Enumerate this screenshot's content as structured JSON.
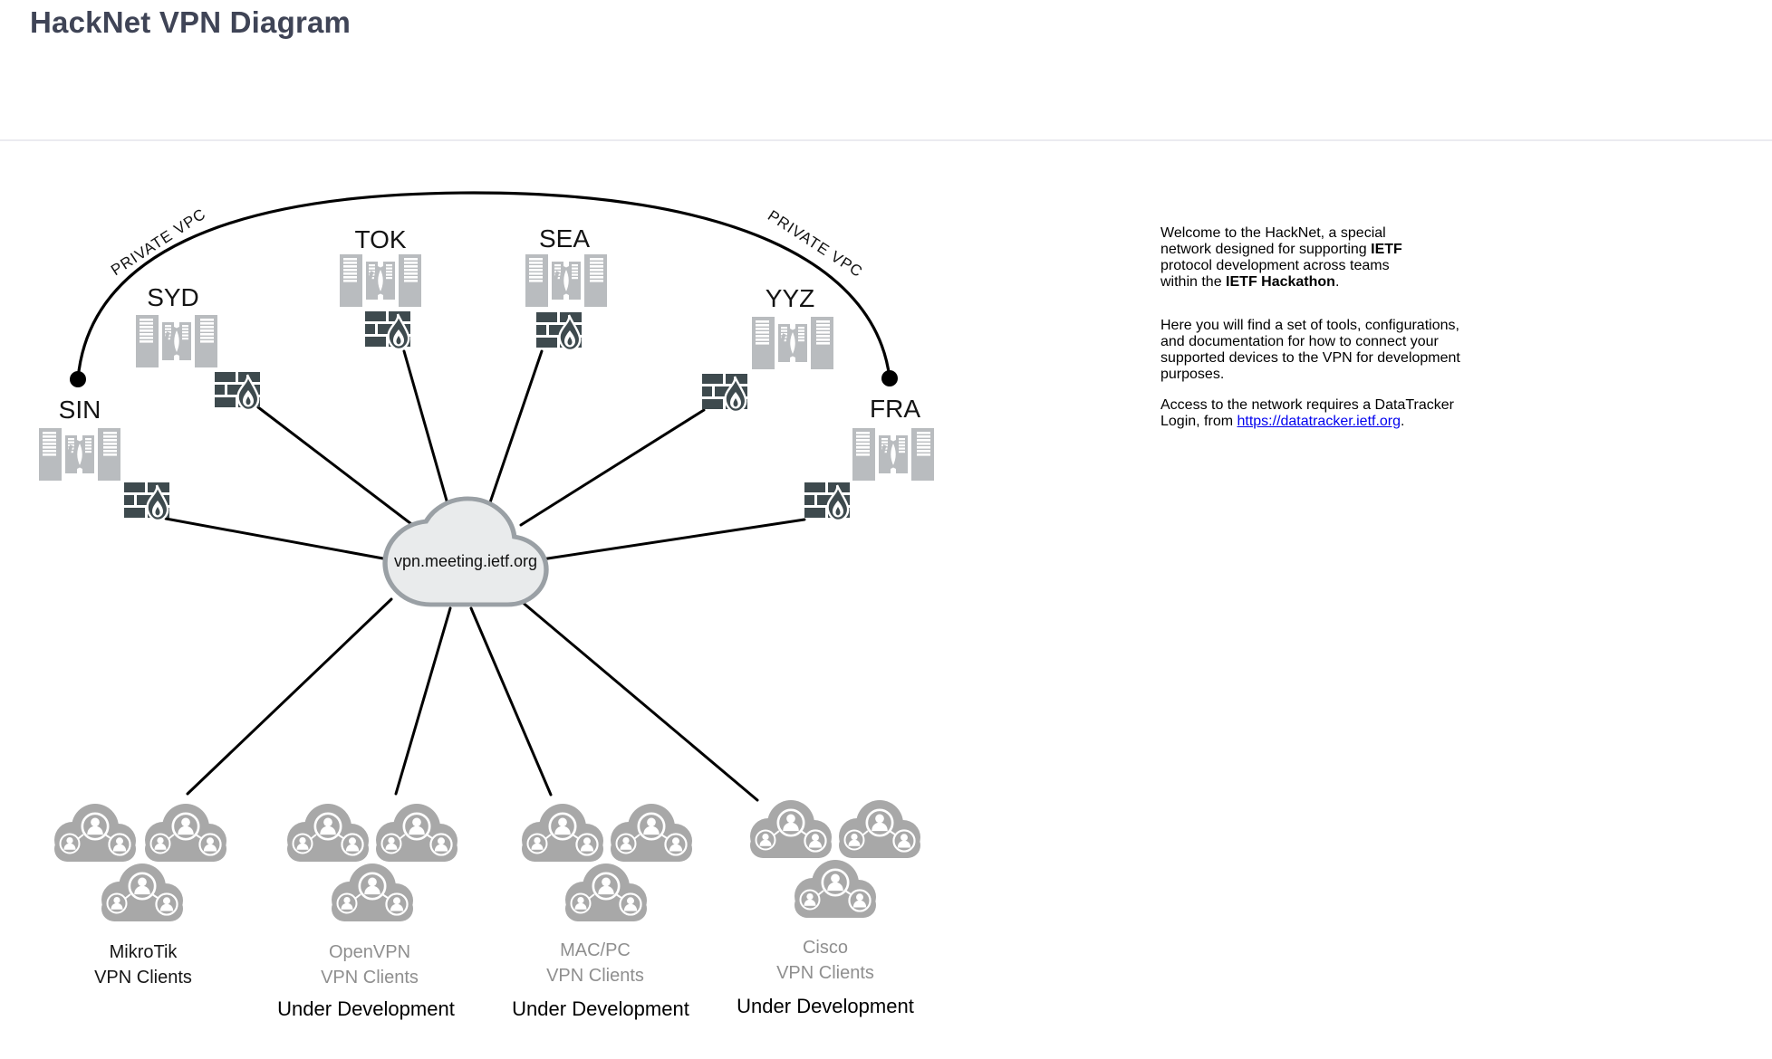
{
  "page": {
    "title": "HackNet VPN Diagram"
  },
  "diagram": {
    "private_vpc_left": "PRIVATE VPC",
    "private_vpc_right": "PRIVATE VPC",
    "cloud_label": "vpn.meeting.ietf.org",
    "sites": [
      {
        "label": "SIN"
      },
      {
        "label": "SYD"
      },
      {
        "label": "TOK"
      },
      {
        "label": "SEA"
      },
      {
        "label": "YYZ"
      },
      {
        "label": "FRA"
      }
    ],
    "client_groups": [
      {
        "line1": "MikroTik",
        "line2": "VPN Clients",
        "status": ""
      },
      {
        "line1": "OpenVPN",
        "line2": "VPN Clients",
        "status": "Under Development"
      },
      {
        "line1": "MAC/PC",
        "line2": "VPN Clients",
        "status": "Under Development"
      },
      {
        "line1": "Cisco",
        "line2": "VPN Clients",
        "status": "Under Development"
      }
    ]
  },
  "info": {
    "p1": {
      "l1": "Welcome to the HackNet, a special",
      "l2a": "network designed for supporting ",
      "l2b": "IETF",
      "l3": "protocol development across teams",
      "l4a": "within the ",
      "l4b": "IETF Hackathon",
      "l4c": "."
    },
    "p2": {
      "l1": "Here you will find a set of tools, configurations,",
      "l2": "and documentation for how to connect your",
      "l3": "supported devices to the VPN for development",
      "l4": "purposes."
    },
    "p3": {
      "l1": "Access to the network requires a DataTracker",
      "l2a": "Login, from ",
      "link": "https://datatracker.ietf.org",
      "l2b": "."
    }
  },
  "colors": {
    "link_blue": "#4e9af5",
    "firewall_dark": "#3e4a4e",
    "server_gray": "#b9bcbf",
    "client_cloud_gray": "#a8a8a8",
    "center_cloud_fill": "#e9ebec",
    "center_cloud_stroke": "#9aa0a5"
  }
}
